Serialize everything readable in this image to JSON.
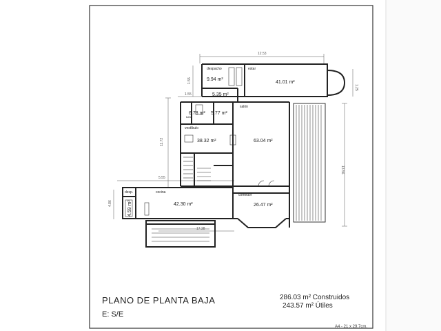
{
  "plan": {
    "title": "PLANO DE PLANTA BAJA",
    "scale": "E: S/E",
    "built_area": "286.03 m² Construidos",
    "usable_area": "243.57 m² Útiles",
    "paper_size": "A4 - 21 x 29.7cm."
  },
  "dimensions": {
    "top_width": "12.53",
    "right_height": "13.56",
    "left_height": "11.72",
    "upper_left": "1.55",
    "small_left": "1.55",
    "kitchen_width": "5.55",
    "kitchen_height": "4.86",
    "bottom_width": "17.28",
    "bay_height": "1.25"
  },
  "rooms": {
    "despacho_label": "despacho",
    "despacho_area": "9.94 m²",
    "estar_label": "estar",
    "estar_area": "41.01 m²",
    "hall_area": "5.35 m²",
    "bano_area": "6.78 m²",
    "bano_label": "baño",
    "aseo_area": "5.77 m²",
    "salon_label": "salón",
    "salon_area": "63.04 m²",
    "vestibulo_label": "vestíbulo",
    "vestibulo_area": "38.32 m²",
    "desp_label": "desp.",
    "desp_area": "4.59 m²",
    "cocina_label": "cocina",
    "cocina_area": "42.30 m²",
    "comedor_label": "comedor",
    "comedor_area": "26.47 m²"
  }
}
